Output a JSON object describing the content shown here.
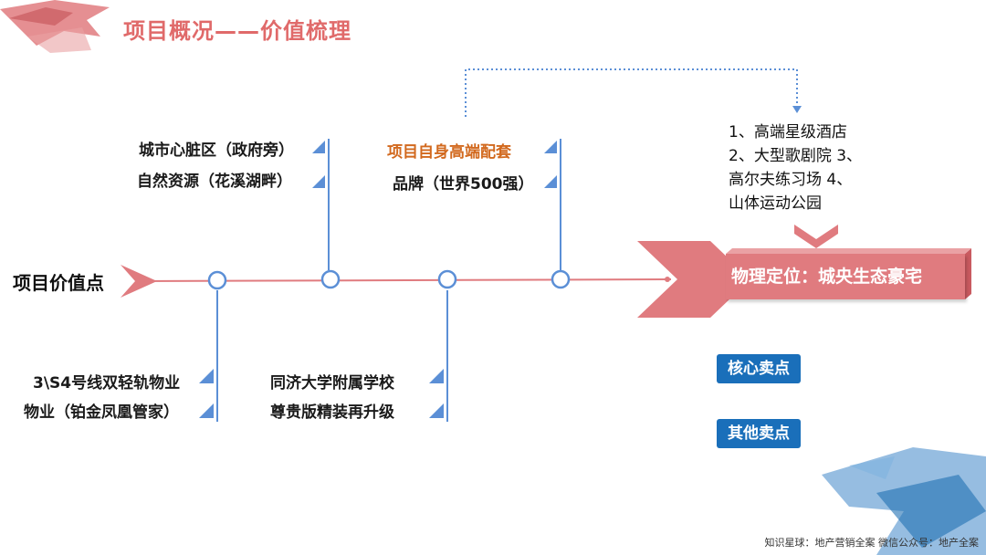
{
  "header": {
    "title": "项目概况——价值梳理"
  },
  "axis": {
    "main_label": "项目价值点"
  },
  "top_branches": [
    {
      "lines": [
        "城市心脏区（政府旁）",
        "自然资源（花溪湖畔）"
      ]
    },
    {
      "lines": [
        "项目自身高端配套",
        "品牌（世界500强）"
      ]
    }
  ],
  "bottom_branches": [
    {
      "lines": [
        "3\\S4号线双轻轨物业",
        "物业（铂金凤凰管家）"
      ]
    },
    {
      "lines": [
        "同济大学附属学校",
        "尊贵版精装再升级"
      ]
    }
  ],
  "facilities": {
    "lines": [
      "1、高端星级酒店",
      "2、大型歌剧院 3、",
      "高尔夫练习场 4、",
      "山体运动公园"
    ]
  },
  "positioning": {
    "text": "物理定位：城央生态豪宅"
  },
  "buttons": {
    "core": "核心卖点",
    "other": "其他卖点"
  },
  "footer": {
    "text": "知识星球：地产营销全案   微信公众号：地产全案"
  },
  "colors": {
    "accent_red": "#e07b7f",
    "line_blue": "#5b8fd6",
    "button_blue": "#1a6fba",
    "orange_text": "#d2691e",
    "title_red": "#e06a6a"
  }
}
